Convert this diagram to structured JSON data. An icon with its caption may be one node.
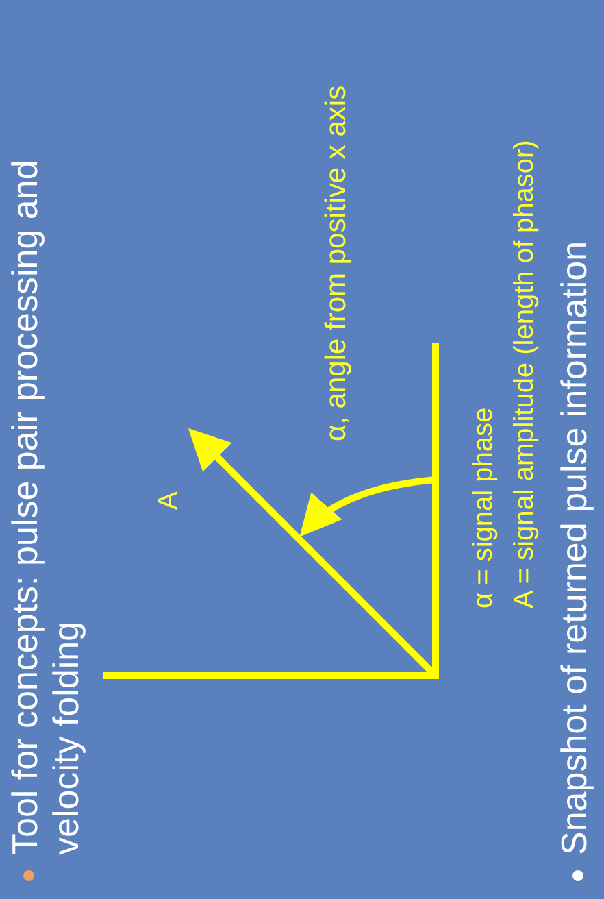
{
  "diagram": {
    "labels": [
      "Tool for concepts: pulse pair processing and velocity folding",
      "A",
      "α, angle from positive x axis",
      "α = signal phase",
      "A = signal amplitude (length of phasor)",
      "Snapshot of returned pulse information"
    ]
  }
}
